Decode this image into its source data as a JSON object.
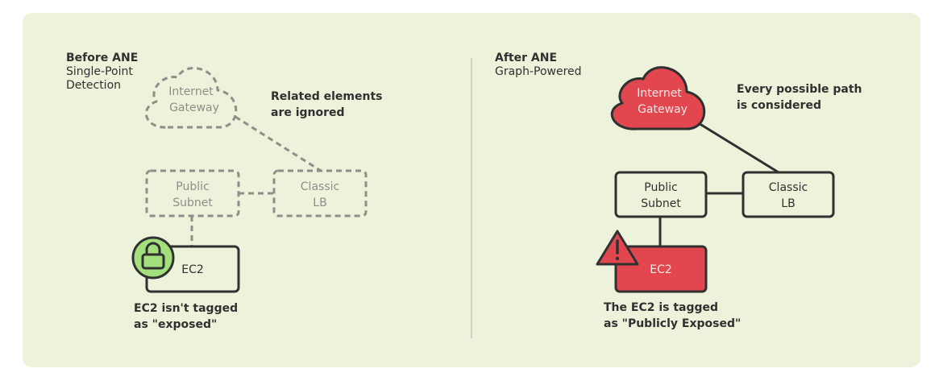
{
  "before": {
    "heading": "Before ANE",
    "subheading_lines": [
      "Single-Point",
      "Detection"
    ],
    "note_lines": [
      "Related elements",
      "are ignored"
    ],
    "gateway_lines": [
      "Internet",
      "Gateway"
    ],
    "subnet_lines": [
      "Public",
      "Subnet"
    ],
    "lb_lines": [
      "Classic",
      "LB"
    ],
    "ec2": "EC2",
    "result_lines": [
      "EC2 isn't tagged",
      "as \"exposed\""
    ]
  },
  "after": {
    "heading": "After ANE",
    "subheading_lines": [
      "Graph-Powered"
    ],
    "note_lines": [
      "Every possible path",
      "is considered"
    ],
    "gateway_lines": [
      "Internet",
      "Gateway"
    ],
    "subnet_lines": [
      "Public",
      "Subnet"
    ],
    "lb_lines": [
      "Classic",
      "LB"
    ],
    "ec2": "EC2",
    "result_lines": [
      "The EC2 is tagged",
      "as \"Publicly Exposed\""
    ]
  },
  "colors": {
    "background": "#edf2da",
    "dark": "#2f3130",
    "muted": "#8d8f89",
    "alert_red": "#e2474f",
    "secure_green": "#a3e07d"
  },
  "icons": {
    "secure": "lock-icon",
    "alert": "warning-icon"
  }
}
